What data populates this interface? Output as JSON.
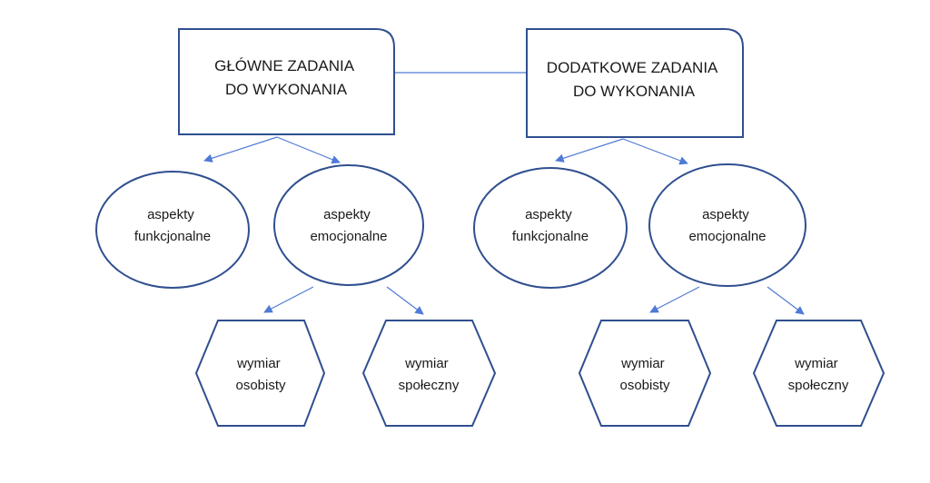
{
  "diagram": {
    "left": {
      "box": {
        "line1": "GŁÓWNE ZADANIA",
        "line2": "DO WYKONANIA"
      },
      "functional": {
        "line1": "aspekty",
        "line2": "funkcjonalne"
      },
      "emotional": {
        "line1": "aspekty",
        "line2": "emocjonalne"
      },
      "personal": {
        "line1": "wymiar",
        "line2": "osobisty"
      },
      "social": {
        "line1": "wymiar",
        "line2": "społeczny"
      }
    },
    "right": {
      "box": {
        "line1": "DODATKOWE ZADANIA",
        "line2": "DO WYKONANIA"
      },
      "functional": {
        "line1": "aspekty",
        "line2": "funkcjonalne"
      },
      "emotional": {
        "line1": "aspekty",
        "line2": "emocjonalne"
      },
      "personal": {
        "line1": "wymiar",
        "line2": "osobisty"
      },
      "social": {
        "line1": "wymiar",
        "line2": "społeczny"
      }
    },
    "colors": {
      "shape_stroke": "#2f4f8f",
      "arrow": "#4f7ad6"
    }
  }
}
